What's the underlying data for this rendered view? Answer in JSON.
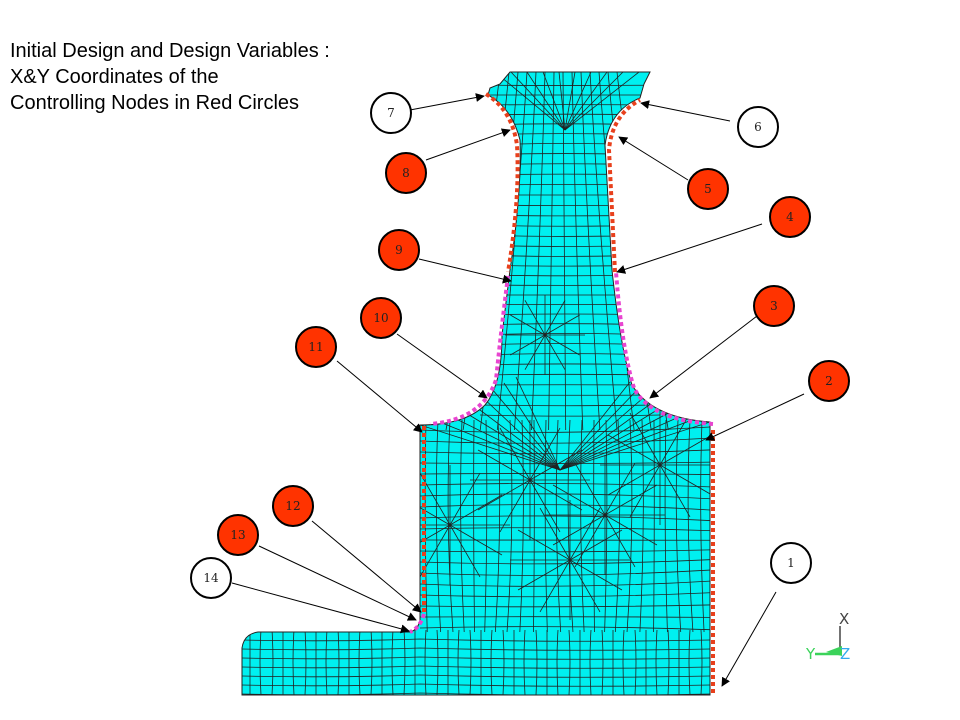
{
  "title": {
    "lines": [
      "Initial Design and Design Variables :",
      "X&Y Coordinates of the",
      "Controlling Nodes in Red Circles"
    ]
  },
  "colors": {
    "mesh_fill": "#00f0f0",
    "mesh_line": "#222222",
    "red_circle": "#ff3300",
    "white_circle": "#ffffff",
    "red_boundary": "#e8401c",
    "magenta_boundary": "#e845d0",
    "axis_x": "#444444",
    "axis_y": "#3bd35a",
    "axis_z": "#33aaee"
  },
  "nodes": [
    {
      "label": "1",
      "fill": "white"
    },
    {
      "label": "2",
      "fill": "red"
    },
    {
      "label": "3",
      "fill": "red"
    },
    {
      "label": "4",
      "fill": "red"
    },
    {
      "label": "5",
      "fill": "red"
    },
    {
      "label": "6",
      "fill": "white"
    },
    {
      "label": "7",
      "fill": "white"
    },
    {
      "label": "8",
      "fill": "red"
    },
    {
      "label": "9",
      "fill": "red"
    },
    {
      "label": "10",
      "fill": "red"
    },
    {
      "label": "11",
      "fill": "red"
    },
    {
      "label": "12",
      "fill": "red"
    },
    {
      "label": "13",
      "fill": "red"
    },
    {
      "label": "14",
      "fill": "white"
    }
  ],
  "axes": {
    "x": "X",
    "y": "Y",
    "z": "Z"
  }
}
